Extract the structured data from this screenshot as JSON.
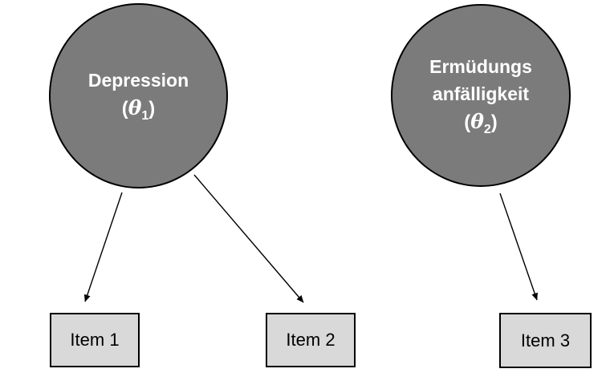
{
  "colors": {
    "background": "#ffffff",
    "factor-fill": "#7b7b7b",
    "factor-stroke": "#000000",
    "factor-text": "#ffffff",
    "item-fill": "#d9d9d9",
    "item-stroke": "#000000",
    "item-text": "#000000",
    "arrow": "#000000"
  },
  "diagram": {
    "type": "latent-factor-measurement-model",
    "factors": [
      {
        "id": "theta1",
        "name_lines": [
          "Depression",
          ""
        ],
        "paren_open": "(",
        "theta_symbol": "θ",
        "theta_subscript": "1",
        "paren_close": ")"
      },
      {
        "id": "theta2",
        "name_lines": [
          "Ermüdungs",
          "anfälligkeit"
        ],
        "paren_open": "(",
        "theta_symbol": "θ",
        "theta_subscript": "2",
        "paren_close": ")"
      }
    ],
    "items": [
      {
        "id": "item1",
        "label": "Item 1"
      },
      {
        "id": "item2",
        "label": "Item 2"
      },
      {
        "id": "item3",
        "label": "Item 3"
      }
    ],
    "edges": [
      {
        "from": "theta1",
        "to": "item1"
      },
      {
        "from": "theta1",
        "to": "item2"
      },
      {
        "from": "theta2",
        "to": "item3"
      }
    ]
  }
}
